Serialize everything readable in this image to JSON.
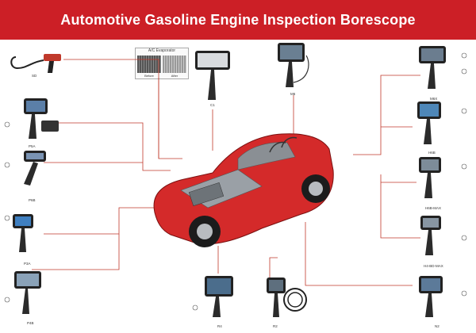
{
  "banner": {
    "title": "Automotive Gasoline Engine Inspection Borescope",
    "color": "#cc1f26"
  },
  "evaporator": {
    "title": "A/C Evaporator",
    "before": "Before",
    "after": "After"
  },
  "products": [
    {
      "id": "sd",
      "label": "SD"
    },
    {
      "id": "c1",
      "label": "C1"
    },
    {
      "id": "m6",
      "label": "M6"
    },
    {
      "id": "p5a",
      "label": "P5A"
    },
    {
      "id": "p6b",
      "label": "P6B"
    },
    {
      "id": "p3a",
      "label": "P3A"
    },
    {
      "id": "p4b",
      "label": "P4B"
    },
    {
      "id": "r4",
      "label": "R4"
    },
    {
      "id": "r2",
      "label": "R2"
    },
    {
      "id": "m6x",
      "label": "M6X"
    },
    {
      "id": "h6b",
      "label": "H6B"
    },
    {
      "id": "h6b-max",
      "label": "H6B-MAX"
    },
    {
      "id": "h4-bd-max",
      "label": "H4-BD-MAX"
    },
    {
      "id": "n2",
      "label": "N2"
    }
  ],
  "colors": {
    "car": "#d42a2a",
    "line": "#c0392b",
    "device": "#2b2b2b"
  }
}
